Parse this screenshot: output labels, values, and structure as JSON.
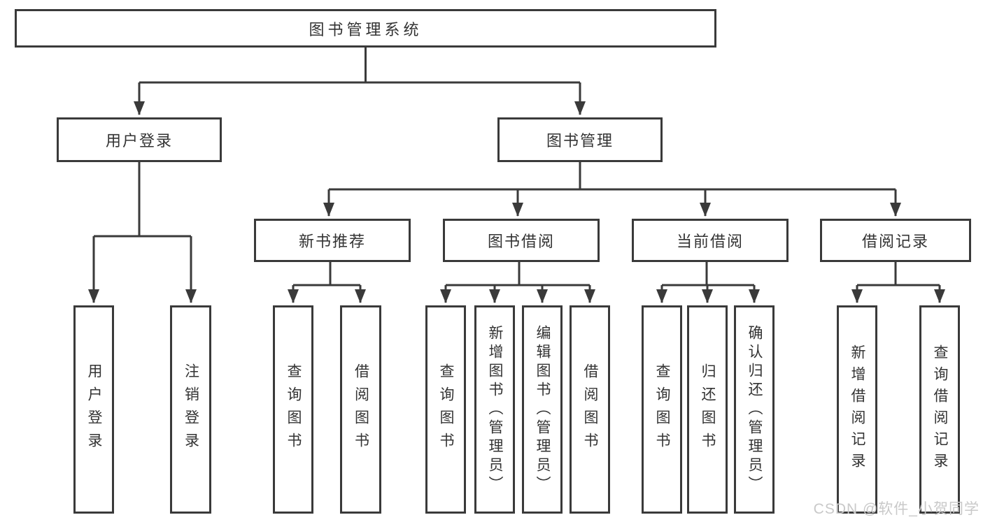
{
  "diagram_title": "图书管理系统",
  "nodes": {
    "root": "图书管理系统",
    "user-login-group": "用户登录",
    "book-management": "图书管理",
    "user-login": "用户登录",
    "logout": "注销登录",
    "new-book-recommend": "新书推荐",
    "book-borrow": "图书借阅",
    "current-borrow": "当前借阅",
    "borrow-records": "借阅记录",
    "nbr-query-book": "查询图书",
    "nbr-borrow-book": "借阅图书",
    "bb-query-book": "查询图书",
    "bb-add-book": "新增图书（管理员）",
    "bb-edit-book": "编辑图书（管理员）",
    "bb-borrow-book": "借阅图书",
    "cb-query-book": "查询图书",
    "cb-return-book": "归还图书",
    "cb-confirm-return": "确认归还（管理员）",
    "br-add-record": "新增借阅记录",
    "br-query-record": "查询借阅记录"
  },
  "watermark": "CSDN @软件_小贺同学",
  "colors": {
    "line": "#3a3a3a",
    "text": "#333333",
    "watermark": "#c9c9c9",
    "background": "#ffffff"
  }
}
